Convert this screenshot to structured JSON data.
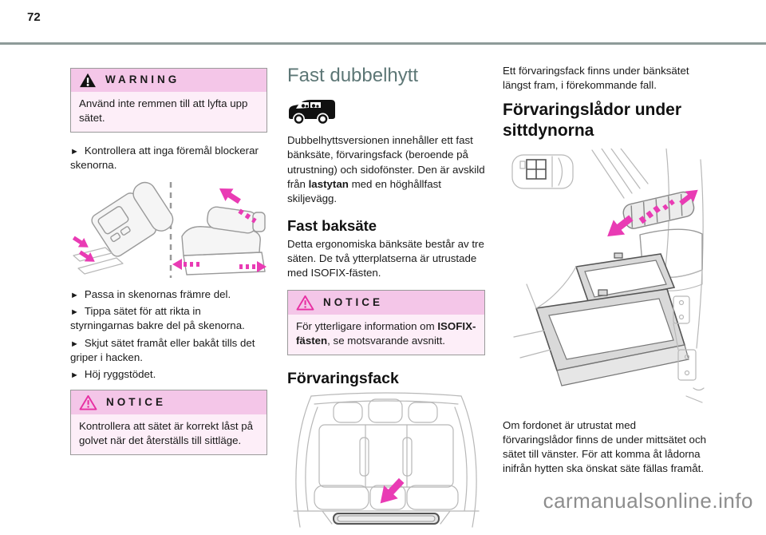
{
  "page": {
    "number": "72",
    "watermark": "carmanualsonline.info"
  },
  "markers": {
    "bullet": "►"
  },
  "colors": {
    "accent_magenta": "#e93bb4",
    "alert_header_pink": "#f4c6e8",
    "alert_body_pink": "#fdeef8",
    "header_rule_gray_green": "#8e9b99",
    "section_title_teal": "#5d7776",
    "watermark_gray": "#8d8d8d"
  },
  "icons": {
    "warning": "warning-triangle-icon",
    "notice": "notice-triangle-icon",
    "van": "double-cab-van-icon"
  },
  "column1": {
    "warning_box": {
      "title": "WARNING",
      "body": "Använd inte remmen till att lyfta upp sätet."
    },
    "steps_before_figure": [
      "Kontrollera att inga föremål blockerar skenorna."
    ],
    "steps_after_figure": [
      "Passa in skenornas främre del.",
      "Tippa sätet för att rikta in styrningarnas bakre del på skenorna.",
      "Skjut sätet framåt eller bakåt tills det griper i hacken.",
      "Höj ryggstödet."
    ],
    "notice_box": {
      "title": "NOTICE",
      "body": "Kontrollera att sätet är korrekt låst på golvet när det återställs till sittläge."
    }
  },
  "column2": {
    "section_title": "Fast dubbelhytt",
    "intro": {
      "part1": "Dubbelhyttsversionen innehåller ett fast bänksäte, förvaringsfack (beroende på utrustning) och sidofönster. Den är avskild från ",
      "bold": "lastytan",
      "part2": " med en höghållfast skiljevägg."
    },
    "subsection_rear_seat": {
      "title": "Fast baksäte",
      "body": "Detta ergonomiska bänksäte består av tre säten. De två ytterplatserna är utrustade med ISOFIX-fästen."
    },
    "notice_box": {
      "title": "NOTICE",
      "part1": "För ytterligare information om ",
      "bold": "ISOFIX-fästen",
      "part2": ", se motsvarande avsnitt."
    },
    "subsection_storage": {
      "title": "Förvaringsfack"
    }
  },
  "column3": {
    "intro": "Ett förvaringsfack finns under bänksätet längst fram, i förekommande fall.",
    "section_title": "Förvaringslådor under sittdynorna",
    "body": "Om fordonet är utrustat med förvaringslådor finns de under mittsätet och sätet till vänster. För att komma åt lådorna inifrån hytten ska önskat säte fällas framåt."
  }
}
